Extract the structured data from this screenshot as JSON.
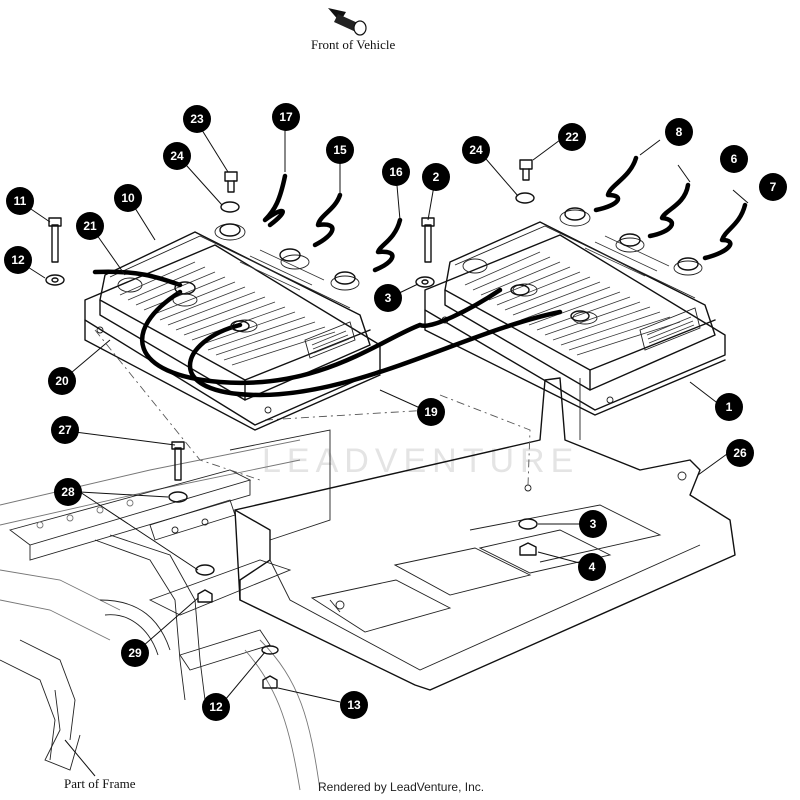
{
  "labels": {
    "front_of_vehicle": "Front of Vehicle",
    "part_of_frame": "Part of Frame",
    "rendered_by": "Rendered by LeadVenture, Inc.",
    "watermark": "LEADVENTURE"
  },
  "callouts": [
    {
      "num": "1"
    },
    {
      "num": "2"
    },
    {
      "num": "3"
    },
    {
      "num": "3"
    },
    {
      "num": "4"
    },
    {
      "num": "6"
    },
    {
      "num": "7"
    },
    {
      "num": "8"
    },
    {
      "num": "10"
    },
    {
      "num": "11"
    },
    {
      "num": "12"
    },
    {
      "num": "12"
    },
    {
      "num": "13"
    },
    {
      "num": "15"
    },
    {
      "num": "16"
    },
    {
      "num": "17"
    },
    {
      "num": "19"
    },
    {
      "num": "20"
    },
    {
      "num": "21"
    },
    {
      "num": "22"
    },
    {
      "num": "23"
    },
    {
      "num": "24"
    },
    {
      "num": "24"
    },
    {
      "num": "26"
    },
    {
      "num": "27"
    },
    {
      "num": "28"
    },
    {
      "num": "29"
    }
  ]
}
